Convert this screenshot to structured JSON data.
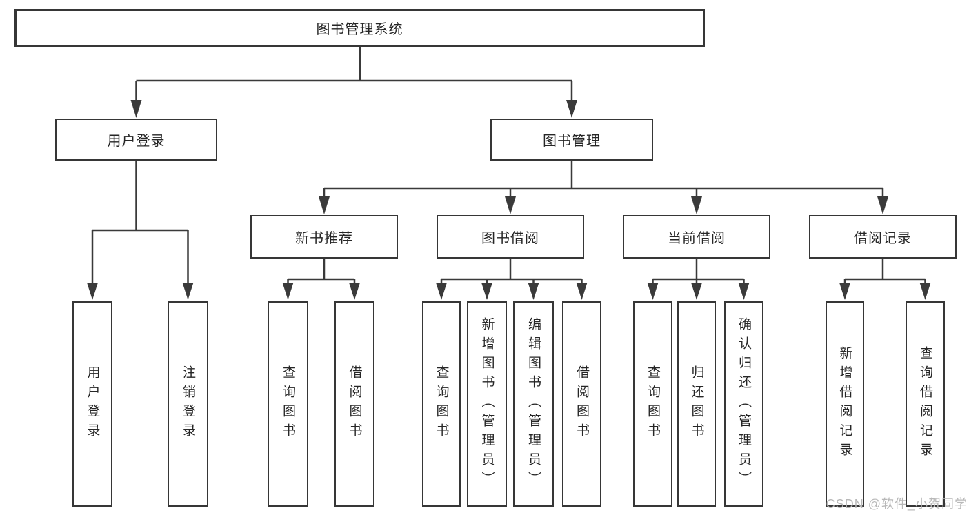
{
  "root_label": "图书管理系统",
  "level2": [
    "用户登录",
    "图书管理"
  ],
  "level3": [
    "新书推荐",
    "图书借阅",
    "当前借阅",
    "借阅记录"
  ],
  "leaf_groups": [
    [
      "用户登录",
      "注销登录"
    ],
    [
      "查询图书",
      "借阅图书"
    ],
    [
      "查询图书",
      "新增图书（管理员）",
      "编辑图书（管理员）",
      "借阅图书"
    ],
    [
      "查询图书",
      "归还图书",
      "确认归还（管理员）"
    ],
    [
      "新增借阅记录",
      "查询借阅记录"
    ]
  ],
  "watermark": "CSDN @软件_小贺同学",
  "colors": {
    "line": "#3a3a3a",
    "box_border": "#363636",
    "text": "#262626",
    "watermark": "#b8b8b8",
    "background": "#ffffff"
  }
}
